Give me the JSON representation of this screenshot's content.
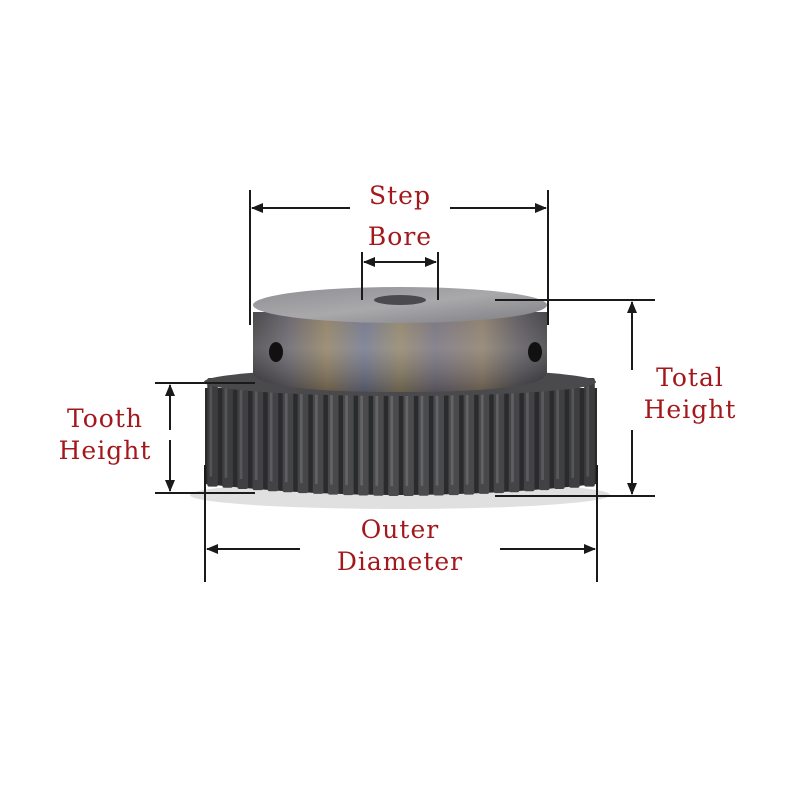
{
  "colors": {
    "label": "#a3181c",
    "dimension_line": "#1a1a1a",
    "gear_teeth": "#2a2b2d",
    "hub_metal": "#6c655c",
    "background": "#ffffff"
  },
  "labels": {
    "step": "Step",
    "bore": "Bore",
    "total_height": [
      "Total",
      "Height"
    ],
    "tooth_height": [
      "Tooth",
      "Height"
    ],
    "outer_diameter": [
      "Outer",
      "Diameter"
    ]
  },
  "product": {
    "type": "spur-gear-with-hub",
    "tooth_count_visible": 26
  }
}
